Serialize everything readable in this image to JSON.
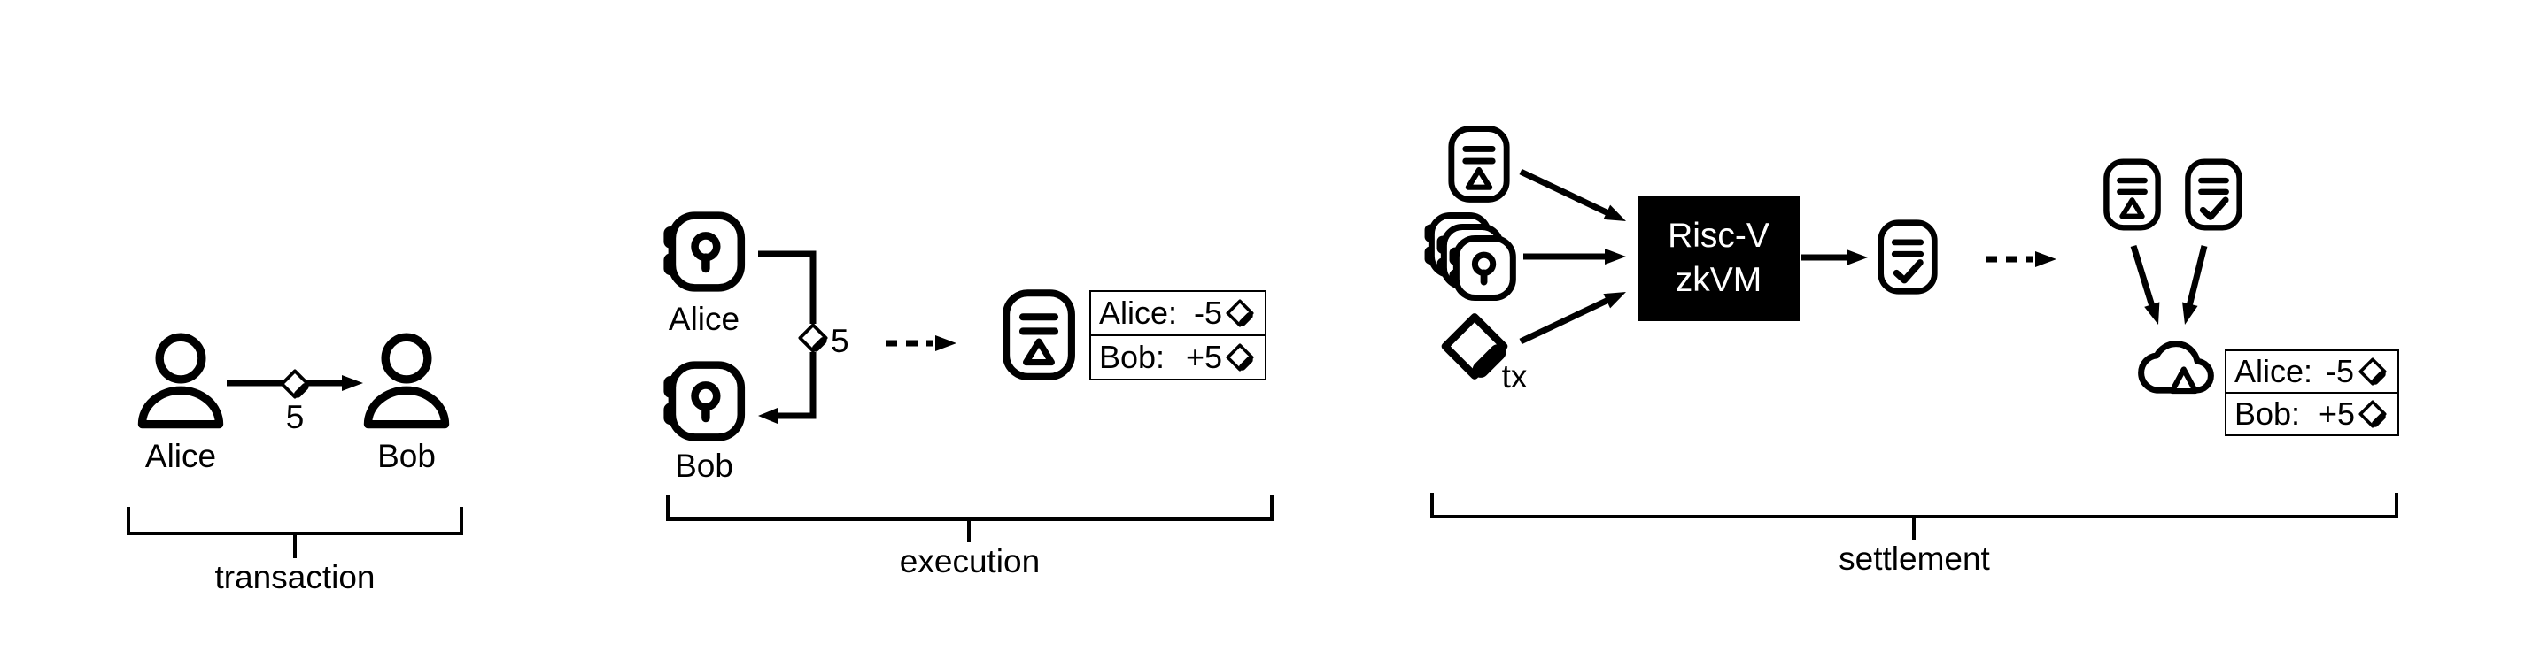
{
  "colors": {
    "ink": "#000000",
    "paper": "#ffffff",
    "zkvm_box_bg": "#000000",
    "zkvm_box_text": "#ffffff"
  },
  "transaction": {
    "sender": "Alice",
    "receiver": "Bob",
    "amount": "5",
    "bracket_label": "transaction"
  },
  "execution": {
    "sender": "Alice",
    "receiver": "Bob",
    "amount": "5",
    "bracket_label": "execution",
    "state_delta_table": {
      "rows": [
        {
          "account": "Alice:",
          "delta": "-5"
        },
        {
          "account": "Bob:",
          "delta": "+5"
        }
      ]
    }
  },
  "settlement": {
    "tx_label": "tx",
    "zkvm": {
      "line1": "Risc-V",
      "line2": "zkVM"
    },
    "bracket_label": "settlement",
    "onchain_state_table": {
      "rows": [
        {
          "account": "Alice:",
          "delta": "-5"
        },
        {
          "account": "Bob:",
          "delta": "+5"
        }
      ]
    }
  }
}
